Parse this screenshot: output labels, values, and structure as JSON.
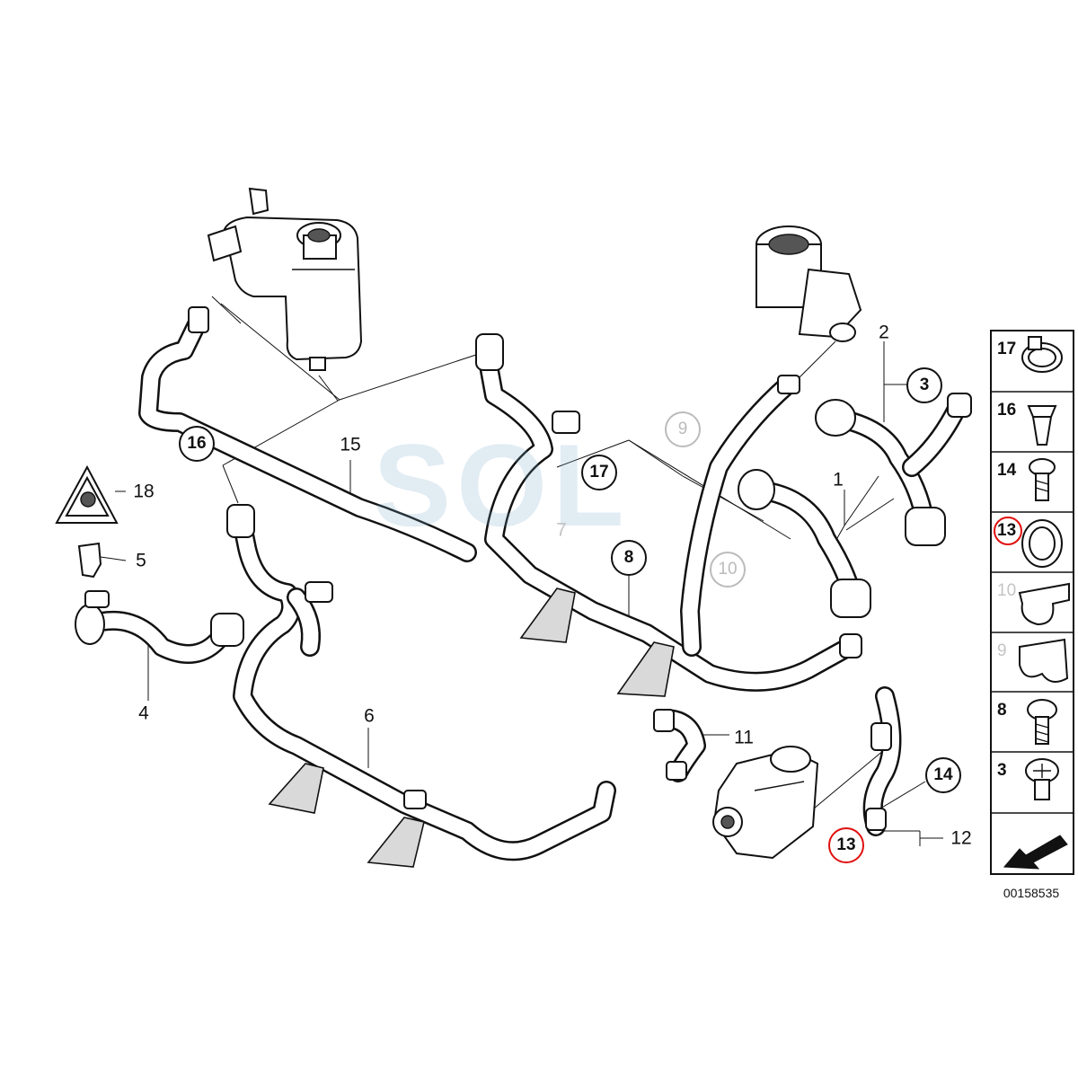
{
  "diagram": {
    "callouts": {
      "c1": "1",
      "c2": "2",
      "c3": "3",
      "c4": "4",
      "c5": "5",
      "c6": "6",
      "c7": "7",
      "c8": "8",
      "c9": "9",
      "c10": "10",
      "c11": "11",
      "c12": "12",
      "c13": "13",
      "c14": "14",
      "c15": "15",
      "c16": "16",
      "c17": "17",
      "c18": "18"
    },
    "watermark": "SOL"
  },
  "parts_panel": {
    "items": [
      {
        "number": "17",
        "icon": "hose-clamp-icon"
      },
      {
        "number": "16",
        "icon": "expanding-rivet-icon"
      },
      {
        "number": "14",
        "icon": "hex-bolt-icon"
      },
      {
        "number": "13",
        "icon": "sealing-ring-icon",
        "highlight": "#e01010"
      },
      {
        "number": "10",
        "icon": "holder-clip-icon"
      },
      {
        "number": "9",
        "icon": "double-clip-icon"
      },
      {
        "number": "8",
        "icon": "screw-icon"
      },
      {
        "number": "3",
        "icon": "screw-cross-head-icon"
      }
    ],
    "document_number": "00158535"
  },
  "colors": {
    "line": "#111111",
    "highlight": "#e01010",
    "ghost": "#bbbbbb"
  }
}
